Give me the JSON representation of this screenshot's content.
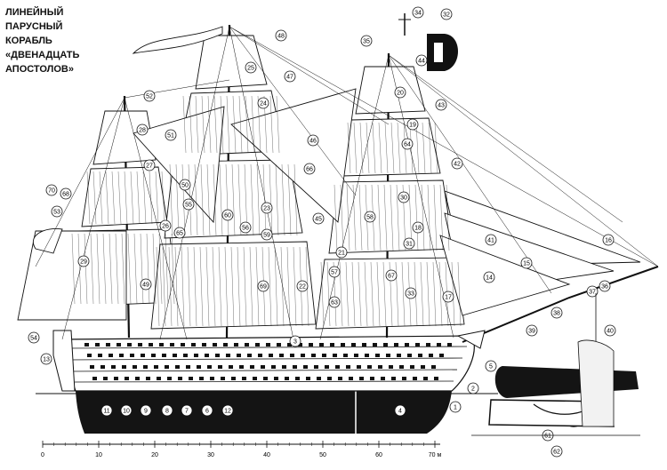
{
  "title_lines": [
    "ЛИНЕЙНЫЙ ПАРУСНЫЙ",
    "КОРАБЛЬ",
    "«ДВЕНАДЦАТЬ",
    "АПОСТОЛОВ»"
  ],
  "colors": {
    "ink": "#111111",
    "hull": "#141414",
    "paper": "#ffffff",
    "hull_stripe": "#f2f2f2"
  },
  "callouts": [
    "1",
    "2",
    "3",
    "4",
    "5",
    "6",
    "7",
    "8",
    "9",
    "10",
    "11",
    "12",
    "13",
    "14",
    "15",
    "16",
    "17",
    "18",
    "19",
    "20",
    "21",
    "22",
    "23",
    "24",
    "25",
    "26",
    "27",
    "28",
    "29",
    "30",
    "31",
    "32",
    "33",
    "34",
    "35",
    "36",
    "37",
    "38",
    "39",
    "40",
    "41",
    "42",
    "43",
    "44",
    "45",
    "46",
    "47",
    "48",
    "49",
    "50",
    "51",
    "52",
    "53",
    "54",
    "55",
    "56",
    "57",
    "58",
    "59",
    "60",
    "61",
    "62",
    "63",
    "64",
    "65",
    "66",
    "67",
    "68",
    "69",
    "70"
  ],
  "scale": {
    "ticks": [
      "0",
      "10",
      "20",
      "30",
      "40",
      "50",
      "60"
    ],
    "end_label": "70 м"
  }
}
